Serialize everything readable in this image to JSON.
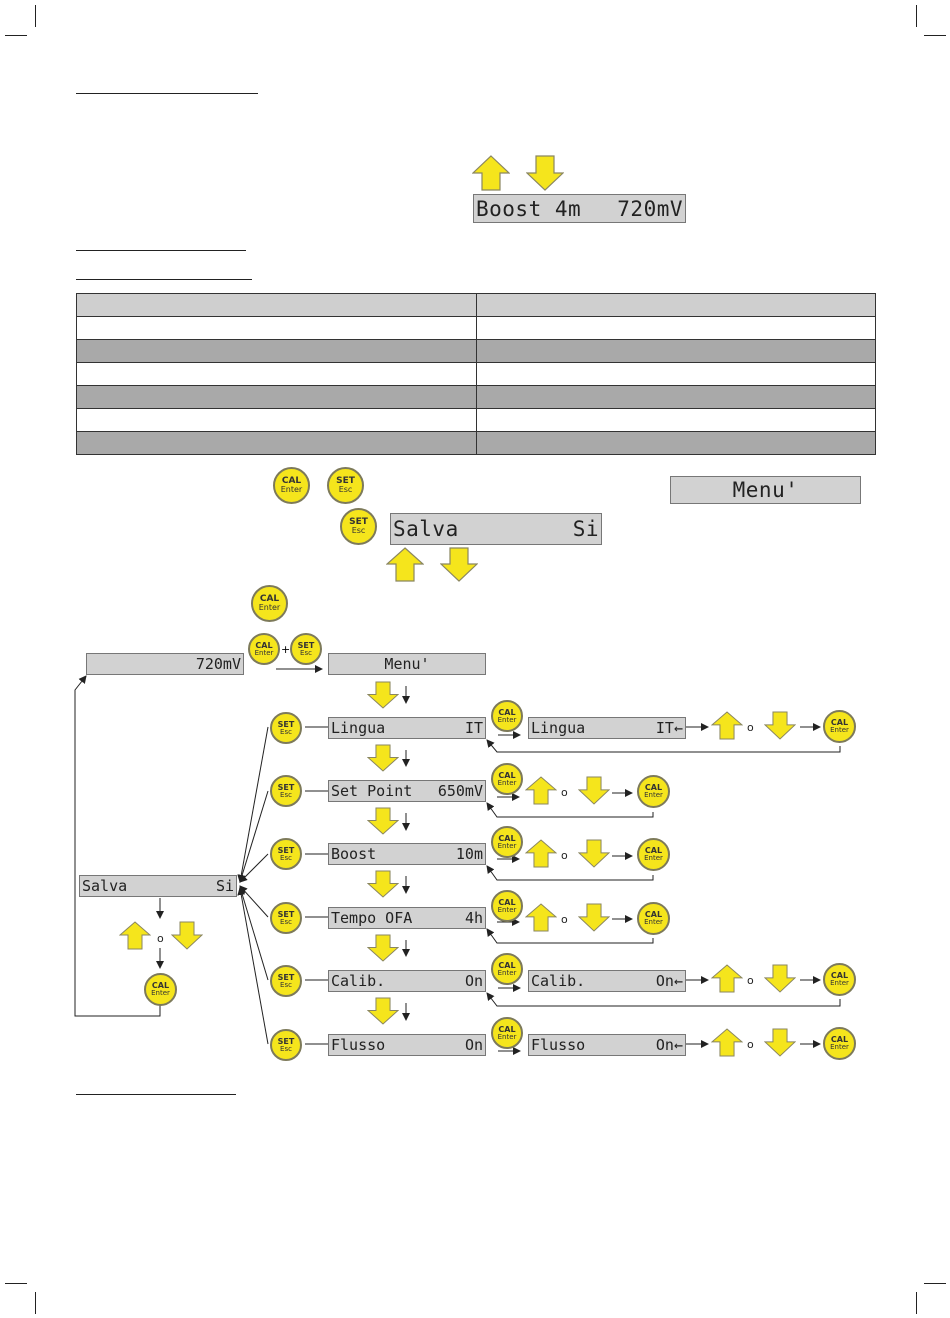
{
  "buttons": {
    "cal_top": "CAL",
    "cal_bottom": "Enter",
    "set_top": "SET",
    "set_bottom": "Esc",
    "plus": "+"
  },
  "boost_display": {
    "left": "Boost 4m",
    "right": "720mV"
  },
  "menu_display": "Menu'",
  "salva_display": {
    "left": "Salva",
    "right": "Si"
  },
  "flow": {
    "start_display": "720mV",
    "menu": "Menu'",
    "items": [
      {
        "label": "Lingua",
        "value": "IT"
      },
      {
        "label": "Set Point",
        "value": "650mV"
      },
      {
        "label": "Boost",
        "value": "10m"
      },
      {
        "label": "Tempo OFA",
        "value": "4h"
      },
      {
        "label": "Calib.",
        "value": "On"
      },
      {
        "label": "Flusso",
        "value": "On"
      }
    ],
    "edit_items": [
      {
        "label": "Lingua",
        "value": "IT←"
      },
      {
        "label": "Calib.",
        "value": "On←"
      },
      {
        "label": "Flusso",
        "value": "On←"
      }
    ],
    "save": {
      "left": "Salva",
      "right": "Si"
    },
    "or": "o"
  },
  "colors": {
    "button_yellow": "#f5e51c",
    "lcd_gray": "#d2d2d2",
    "table_dark": "#a9a9a9"
  }
}
